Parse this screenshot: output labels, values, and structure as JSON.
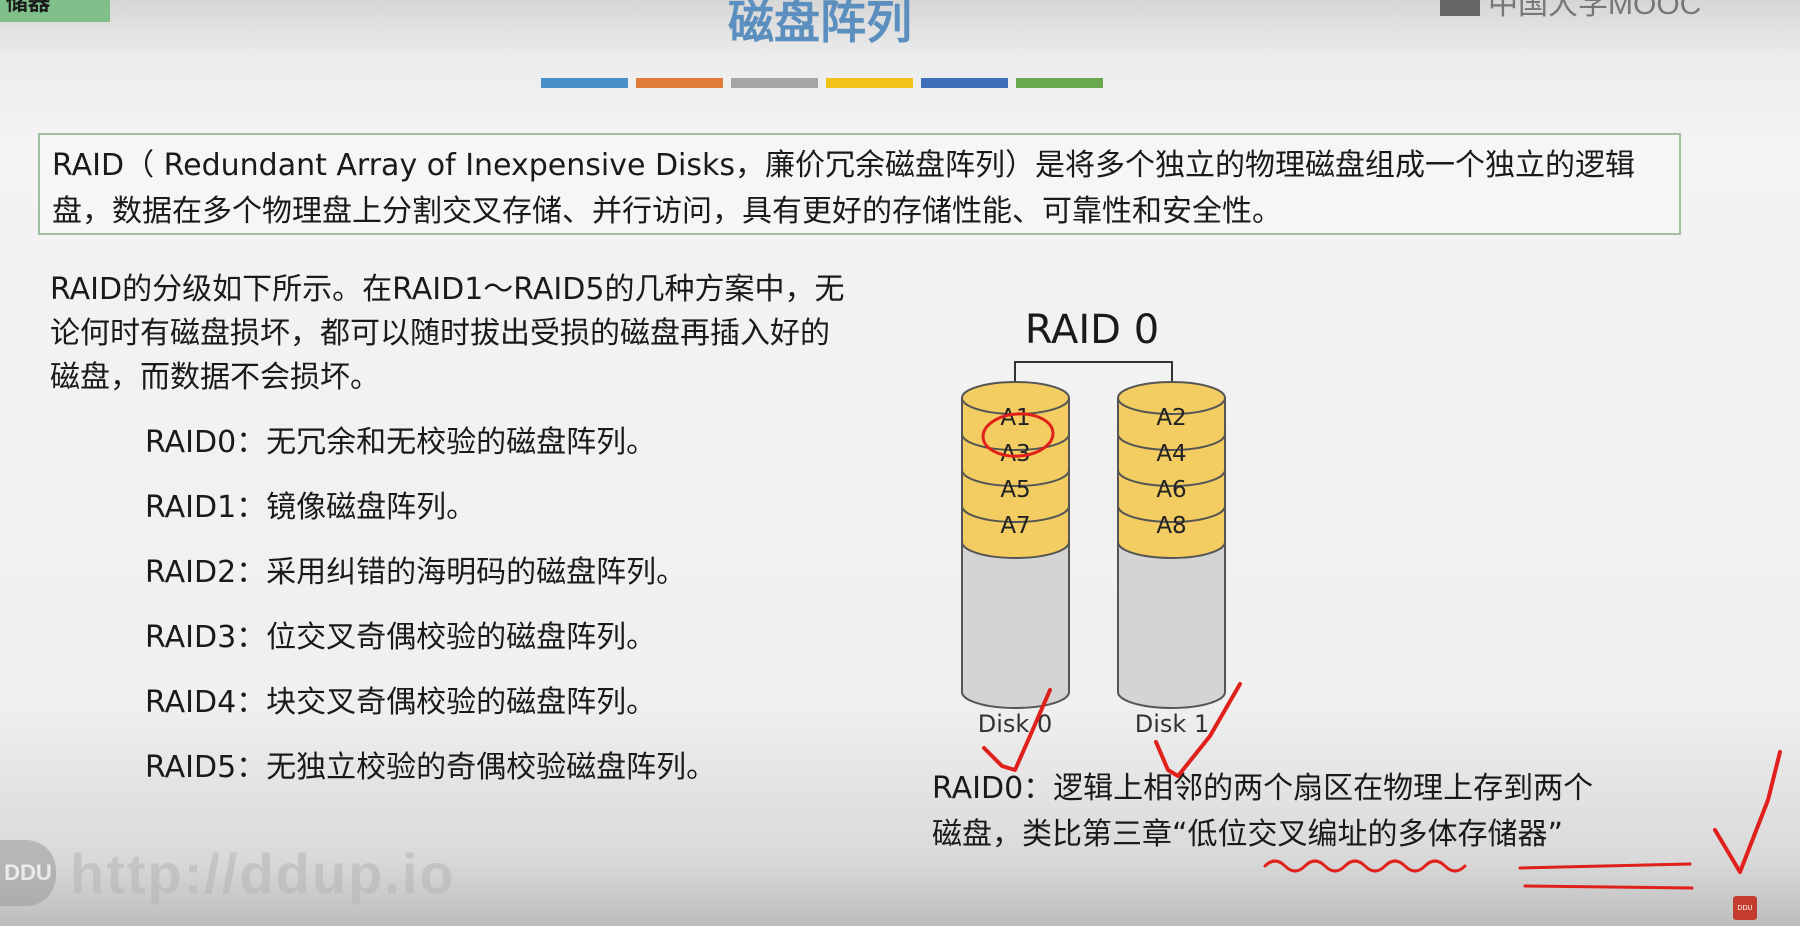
{
  "corner_tag": "储器",
  "title": "磁盘阵列",
  "logo_text": "中国大学MOOC",
  "color_bar": [
    "#4a90c8",
    "#e07b39",
    "#a5a5a5",
    "#f2c318",
    "#3e6fb8",
    "#6aa84f"
  ],
  "definition": "RAID（ Redundant Array of Inexpensive Disks，廉价冗余磁盘阵列）是将多个独立的物理磁盘组成一个独立的逻辑盘，数据在多个物理盘上分割交叉存储、并行访问，具有更好的存储性能、可靠性和安全性。",
  "intro": "RAID的分级如下所示。在RAID1～RAID5的几种方案中，无论何时有磁盘损坏，都可以随时拔出受损的磁盘再插入好的磁盘，而数据不会损坏。",
  "levels": [
    "RAID0：无冗余和无校验的磁盘阵列。",
    "RAID1：镜像磁盘阵列。",
    "RAID2：采用纠错的海明码的磁盘阵列。",
    "RAID3：位交叉奇偶校验的磁盘阵列。",
    "RAID4：块交叉奇偶校验的磁盘阵列。",
    "RAID5：无独立校验的奇偶校验磁盘阵列。"
  ],
  "diagram": {
    "title": "RAID 0",
    "disks": [
      {
        "label": "Disk 0",
        "blocks": [
          "A1",
          "A3",
          "A5",
          "A7"
        ]
      },
      {
        "label": "Disk 1",
        "blocks": [
          "A2",
          "A4",
          "A6",
          "A8"
        ]
      }
    ],
    "block_color": "#f3cd61",
    "disk_color": "#d4d4d4"
  },
  "raid0_desc": {
    "line1": "RAID0：逻辑上相邻的两个扇区在物理上存到两个",
    "line2_prefix": "磁盘，类比第三章“",
    "line2_highlight": "低位交叉编址的多体存储器",
    "line2_suffix": "”"
  },
  "annotation_color": "#e0201a",
  "watermark": {
    "badge": "DDU",
    "url": "http://ddup.io"
  },
  "chip_label": "DDU"
}
